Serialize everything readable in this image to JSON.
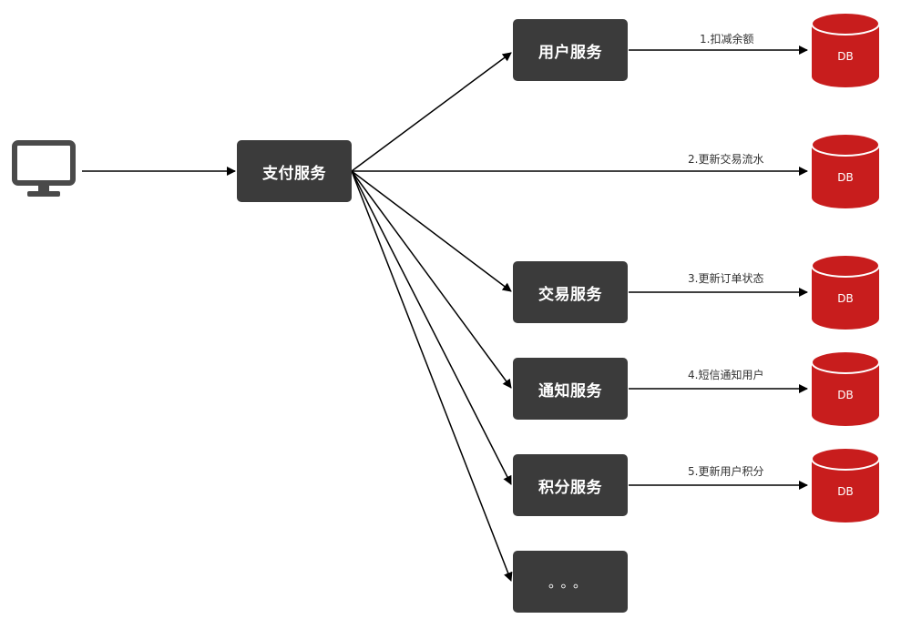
{
  "nodes": {
    "pay": "支付服务",
    "user": "用户服务",
    "trade": "交易服务",
    "notify": "通知服务",
    "points": "积分服务",
    "more": "。。。"
  },
  "db_label": "DB",
  "edge_labels": {
    "deduct": "1.扣减余额",
    "flow": "2.更新交易流水",
    "order": "3.更新订单状态",
    "sms": "4.短信通知用户",
    "points": "5.更新用户积分"
  },
  "colors": {
    "node": "#3b3b3b",
    "db": "#c81d1d",
    "db_top": "#e02222",
    "edge": "#000000",
    "monitor": "#4a4a4a"
  },
  "icons": {
    "client": "monitor-icon",
    "database": "database-icon"
  }
}
